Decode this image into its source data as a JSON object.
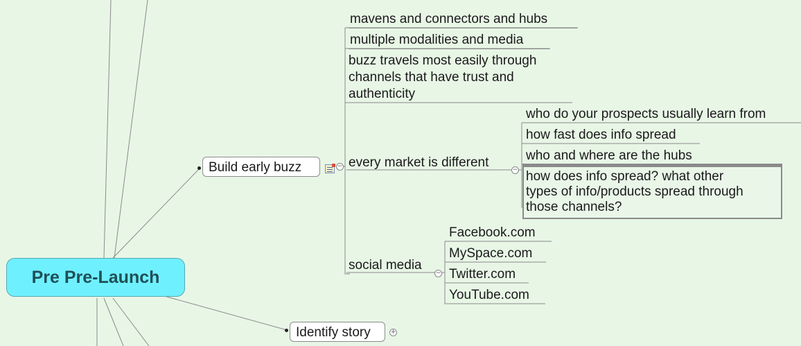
{
  "central": {
    "label": "Pre Pre-Launch"
  },
  "branches": {
    "build": {
      "label": "Build early buzz"
    },
    "identify": {
      "label": "Identify story"
    }
  },
  "buzz_topics": {
    "mavens": "mavens and connectors and hubs",
    "modalities": "multiple modalities and media",
    "trust_line1": "buzz travels most easily through",
    "trust_line2": "channels that have trust and",
    "trust_line3": "authenticity",
    "market": "every market is different",
    "social": "social media"
  },
  "market_topics": {
    "learn": "who do your prospects usually learn from",
    "speed": "how fast does info spread",
    "hubs": "who and where are the hubs",
    "spread_line1": "how does info spread? what other",
    "spread_line2": "types of info/products spread through",
    "spread_line3": "those channels?"
  },
  "social_topics": {
    "facebook": "Facebook.com",
    "myspace": "MySpace.com",
    "twitter": "Twitter.com",
    "youtube": "YouTube.com"
  },
  "icons": {
    "collapse": "collapse-toggle-icon",
    "expand": "expand-toggle-icon",
    "note": "note-icon"
  },
  "colors": {
    "background": "#e8f6e6",
    "central_fill": "#6ff0ff",
    "central_text": "#1f4f57",
    "connector": "#8a8a8a"
  }
}
